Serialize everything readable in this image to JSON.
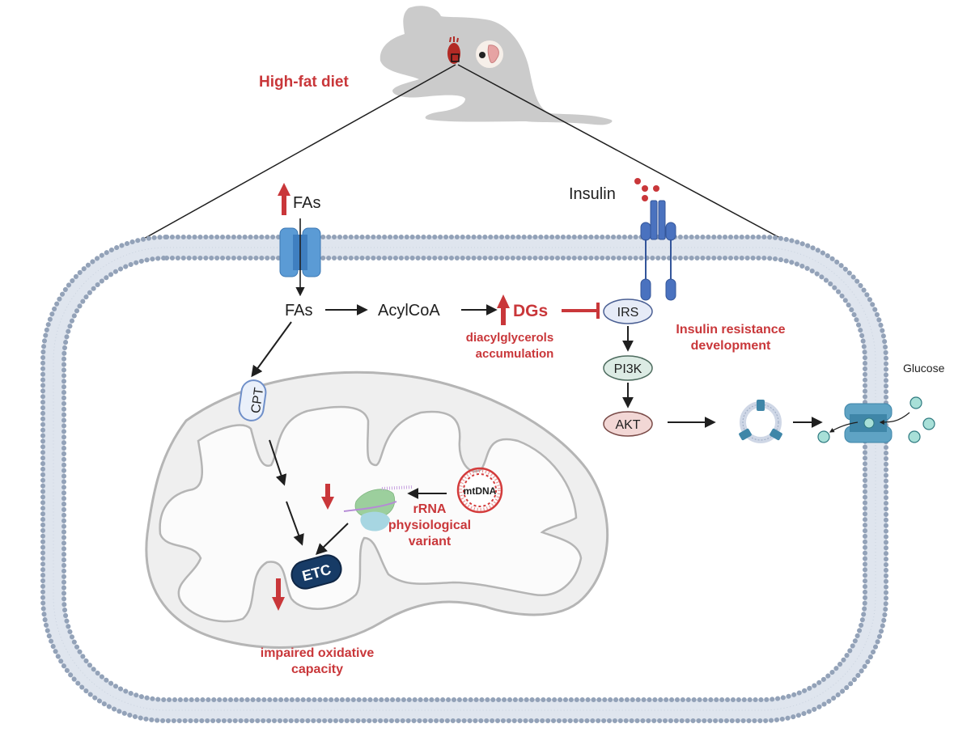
{
  "title": "High-fat diet",
  "colors": {
    "accent_red": "#c9373a",
    "membrane": "#93a2b8",
    "mito_fill": "#f0f0f0",
    "mito_outline": "#b5b5b5",
    "channel_blue": "#5b9bd5",
    "receptor_blue": "#4a72bf",
    "etc_navy": "#173b66",
    "glucose_teal": "#a8e0d8",
    "glut_teal": "#3f86a8"
  },
  "labels": {
    "high_fat_diet": "High-fat diet",
    "fas_outside": "FAs",
    "fas_inside": "FAs",
    "acylcoa": "AcylCoA",
    "dgs": "DGs",
    "dgs_caption_1": "diacylglycerols",
    "dgs_caption_2": "accumulation",
    "insulin": "Insulin",
    "irs": "IRS",
    "pi3k": "PI3K",
    "akt": "AKT",
    "insulin_resistance_1": "Insulin resistance",
    "insulin_resistance_2": "development",
    "glucose": "Glucose",
    "cpt": "CPT",
    "mtdna": "mtDNA",
    "rrna_1": "rRNA",
    "rrna_2": "physiological",
    "rrna_3": "variant",
    "etc": "ETC",
    "impaired_1": "impaired oxidative",
    "impaired_2": "capacity"
  },
  "indicators": {
    "fas_outside": "increase",
    "dgs": "increase",
    "ribosome": "decrease",
    "etc": "decrease"
  }
}
